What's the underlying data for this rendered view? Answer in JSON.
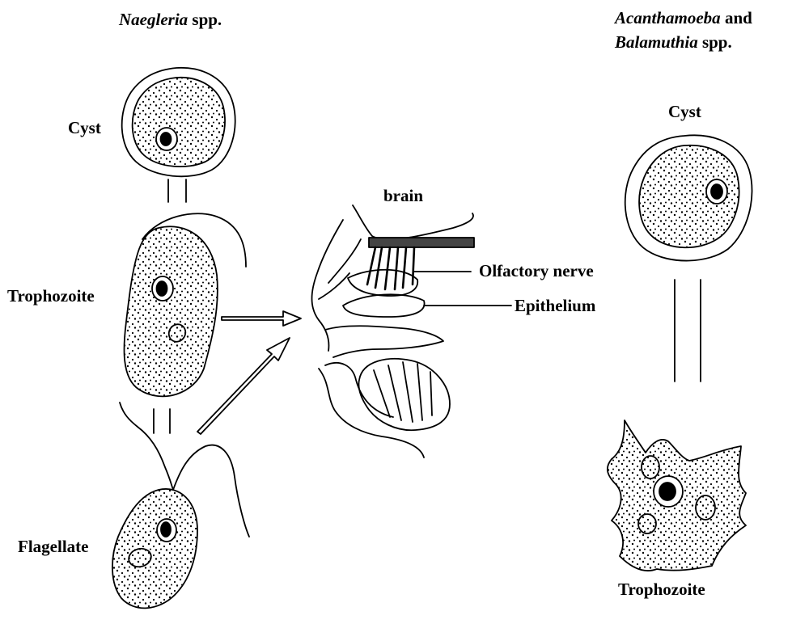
{
  "naegleria_heading": {
    "genus": "Naegleria",
    "suffix": " spp."
  },
  "acanthamoeba_heading": {
    "genus1": "Acanthamoeba",
    "conj": " and",
    "genus2": "Balamuthia",
    "suffix": " spp."
  },
  "naegleria_stages": {
    "cyst": "Cyst",
    "trophozoite": "Trophozoite",
    "flagellate": "Flagellate"
  },
  "brain_diagram": {
    "brain": "brain",
    "olfactory_nerve": "Olfactory nerve",
    "epithelium": "Epithelium"
  },
  "acanthamoeba_stages": {
    "cyst": "Cyst",
    "trophozoite": "Trophozoite"
  }
}
